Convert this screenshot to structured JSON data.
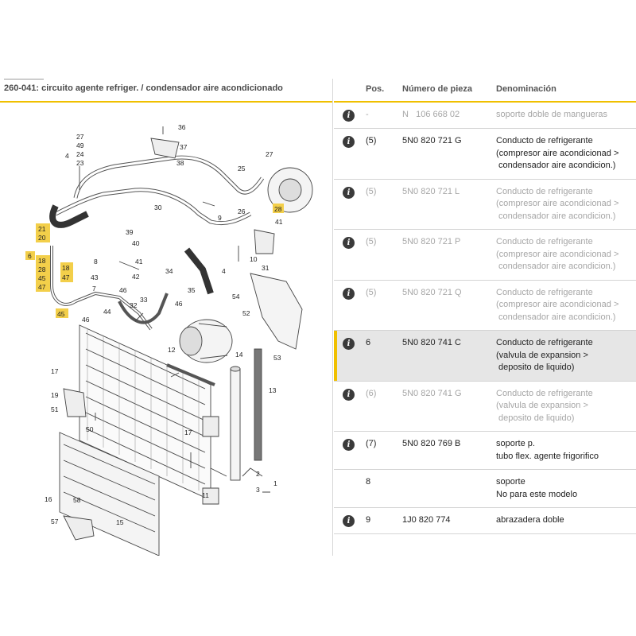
{
  "diagram": {
    "title": "260-041: circuito agente refriger. / condensador aire acondicionado",
    "callouts": [
      {
        "id": "c36",
        "label": "36",
        "highlighted": false
      },
      {
        "id": "c37",
        "label": "37",
        "highlighted": false
      },
      {
        "id": "c38",
        "label": "38",
        "highlighted": false
      },
      {
        "id": "c27a",
        "label": "27",
        "highlighted": false
      },
      {
        "id": "c49",
        "label": "49",
        "highlighted": false
      },
      {
        "id": "c24",
        "label": "24",
        "highlighted": false
      },
      {
        "id": "c23",
        "label": "23",
        "highlighted": false
      },
      {
        "id": "c4a",
        "label": "4",
        "highlighted": false
      },
      {
        "id": "c27b",
        "label": "27",
        "highlighted": false
      },
      {
        "id": "c25",
        "label": "25",
        "highlighted": false
      },
      {
        "id": "c26",
        "label": "26",
        "highlighted": false
      },
      {
        "id": "c28",
        "label": "28",
        "highlighted": true
      },
      {
        "id": "c41",
        "label": "41",
        "highlighted": false
      },
      {
        "id": "c30",
        "label": "30",
        "highlighted": false
      },
      {
        "id": "c9",
        "label": "9",
        "highlighted": false
      },
      {
        "id": "c21",
        "label": "21",
        "highlighted": true
      },
      {
        "id": "c20",
        "label": "20",
        "highlighted": true
      },
      {
        "id": "c39",
        "label": "39",
        "highlighted": false
      },
      {
        "id": "c40",
        "label": "40",
        "highlighted": false
      },
      {
        "id": "c10",
        "label": "10",
        "highlighted": false
      },
      {
        "id": "c6",
        "label": "6",
        "highlighted": true
      },
      {
        "id": "c18a",
        "label": "18",
        "highlighted": true
      },
      {
        "id": "c28b",
        "label": "28",
        "highlighted": true
      },
      {
        "id": "c45a",
        "label": "45",
        "highlighted": true
      },
      {
        "id": "c47a",
        "label": "47",
        "highlighted": true
      },
      {
        "id": "c8",
        "label": "8",
        "highlighted": false
      },
      {
        "id": "c41b",
        "label": "41",
        "highlighted": false
      },
      {
        "id": "c31",
        "label": "31",
        "highlighted": false
      },
      {
        "id": "c18b",
        "label": "18",
        "highlighted": true
      },
      {
        "id": "c47b",
        "label": "47",
        "highlighted": true
      },
      {
        "id": "c43",
        "label": "43",
        "highlighted": false
      },
      {
        "id": "c42",
        "label": "42",
        "highlighted": false
      },
      {
        "id": "c34",
        "label": "34",
        "highlighted": false
      },
      {
        "id": "c4b",
        "label": "4",
        "highlighted": false
      },
      {
        "id": "c7",
        "label": "7",
        "highlighted": false
      },
      {
        "id": "c46a",
        "label": "46",
        "highlighted": false
      },
      {
        "id": "c35",
        "label": "35",
        "highlighted": false
      },
      {
        "id": "c33",
        "label": "33",
        "highlighted": false
      },
      {
        "id": "c54",
        "label": "54",
        "highlighted": false
      },
      {
        "id": "c44",
        "label": "44",
        "highlighted": false
      },
      {
        "id": "c32",
        "label": "32",
        "highlighted": false
      },
      {
        "id": "c46b",
        "label": "46",
        "highlighted": false
      },
      {
        "id": "c45b",
        "label": "45",
        "highlighted": true
      },
      {
        "id": "c46c",
        "label": "46",
        "highlighted": false
      },
      {
        "id": "c52",
        "label": "52",
        "highlighted": false
      },
      {
        "id": "c12",
        "label": "12",
        "highlighted": false
      },
      {
        "id": "c53",
        "label": "53",
        "highlighted": false
      },
      {
        "id": "c17a",
        "label": "17",
        "highlighted": false
      },
      {
        "id": "c14",
        "label": "14",
        "highlighted": false
      },
      {
        "id": "c13",
        "label": "13",
        "highlighted": false
      },
      {
        "id": "c19",
        "label": "19",
        "highlighted": false
      },
      {
        "id": "c51",
        "label": "51",
        "highlighted": false
      },
      {
        "id": "c50",
        "label": "50",
        "highlighted": false
      },
      {
        "id": "c17b",
        "label": "17",
        "highlighted": false
      },
      {
        "id": "c2",
        "label": "2",
        "highlighted": false
      },
      {
        "id": "c1",
        "label": "1",
        "highlighted": false
      },
      {
        "id": "c3",
        "label": "3",
        "highlighted": false
      },
      {
        "id": "c16",
        "label": "16",
        "highlighted": false
      },
      {
        "id": "c58",
        "label": "58",
        "highlighted": false
      },
      {
        "id": "c15",
        "label": "15",
        "highlighted": false
      },
      {
        "id": "c57",
        "label": "57",
        "highlighted": false
      },
      {
        "id": "c11",
        "label": "11",
        "highlighted": false
      }
    ]
  },
  "table": {
    "headers": {
      "pos": "Pos.",
      "part_number": "Número de pieza",
      "designation": "Denominación"
    },
    "rows": [
      {
        "pos": "-",
        "part_number": "N   106 668 02",
        "designation": [
          "soporte doble de mangueras"
        ],
        "active": false,
        "has_info": true,
        "selected": false
      },
      {
        "pos": "(5)",
        "part_number": "5N0 820 721 G",
        "designation": [
          "Conducto de refrigerante",
          "(compresor aire acondicionad >",
          " condensador aire acondicion.)"
        ],
        "active": true,
        "has_info": true,
        "selected": false
      },
      {
        "pos": "(5)",
        "part_number": "5N0 820 721 L",
        "designation": [
          "Conducto de refrigerante",
          "(compresor aire acondicionad >",
          " condensador aire acondicion.)"
        ],
        "active": false,
        "has_info": true,
        "selected": false
      },
      {
        "pos": "(5)",
        "part_number": "5N0 820 721 P",
        "designation": [
          "Conducto de refrigerante",
          "(compresor aire acondicionad >",
          " condensador aire acondicion.)"
        ],
        "active": false,
        "has_info": true,
        "selected": false
      },
      {
        "pos": "(5)",
        "part_number": "5N0 820 721 Q",
        "designation": [
          "Conducto de refrigerante",
          "(compresor aire acondicionad >",
          " condensador aire acondicion.)"
        ],
        "active": false,
        "has_info": true,
        "selected": false
      },
      {
        "pos": "6",
        "part_number": "5N0 820 741 C",
        "designation": [
          "Conducto de refrigerante",
          "(valvula de expansion >",
          " deposito de liquido)"
        ],
        "active": true,
        "has_info": true,
        "selected": true
      },
      {
        "pos": "(6)",
        "part_number": "5N0 820 741 G",
        "designation": [
          "Conducto de refrigerante",
          "(valvula de expansion >",
          " deposito de liquido)"
        ],
        "active": false,
        "has_info": true,
        "selected": false
      },
      {
        "pos": "(7)",
        "part_number": "5N0 820 769 B",
        "designation": [
          "soporte p.",
          "tubo flex. agente frigorifico"
        ],
        "active": true,
        "has_info": true,
        "selected": false
      },
      {
        "pos": "8",
        "part_number": "",
        "designation": [
          "soporte",
          "No para este modelo"
        ],
        "active": true,
        "has_info": false,
        "selected": false
      },
      {
        "pos": "9",
        "part_number": "1J0 820 774",
        "designation": [
          "abrazadera doble"
        ],
        "active": true,
        "has_info": true,
        "selected": false
      }
    ]
  },
  "icons": {
    "info": "info-icon"
  },
  "colors": {
    "accent": "#f0c000",
    "highlight": "#f3cf4a",
    "selected_row": "#e6e6e6",
    "inactive_text": "#a6a6a6",
    "info_button": "#3a3a3a"
  }
}
